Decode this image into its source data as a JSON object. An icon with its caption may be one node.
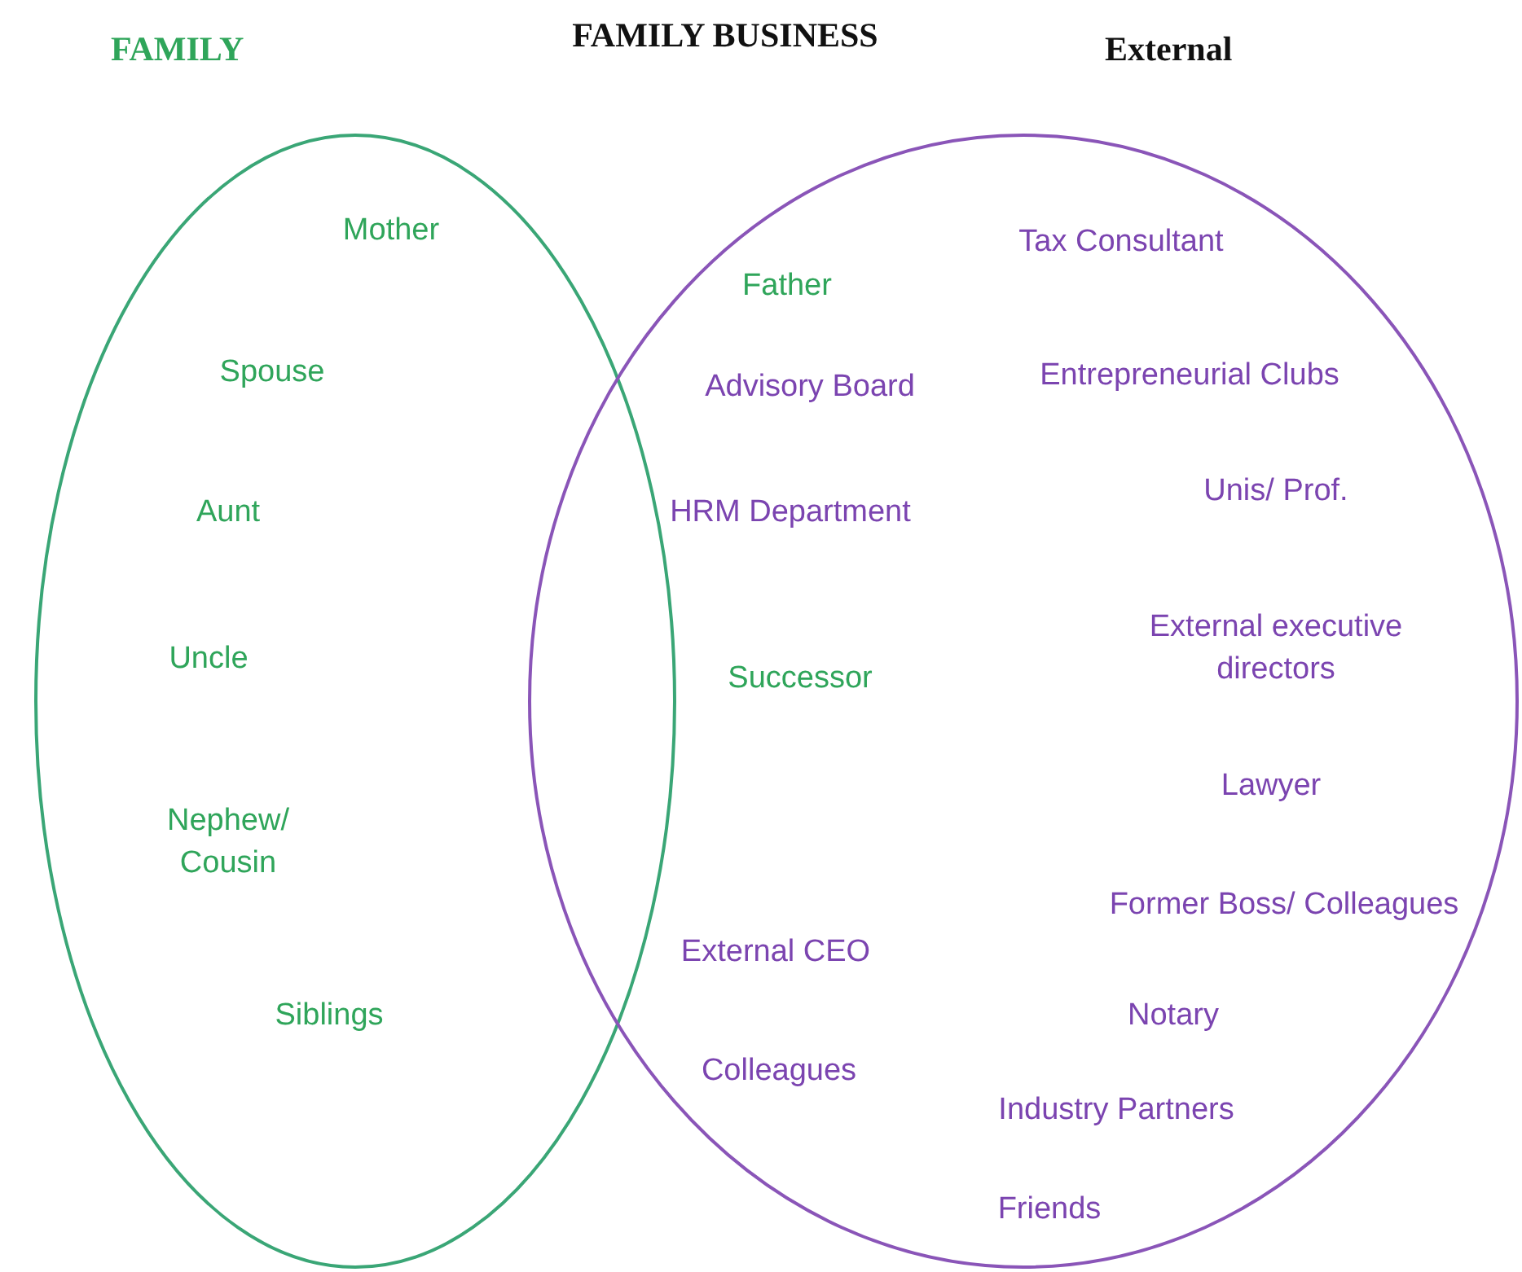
{
  "diagram": {
    "nodes": [
      {
        "text": [
          "FAMILY"
        ]
      },
      {
        "text": [
          "External"
        ]
      }
    ],
    "labels": [
      "FAMILY BUSINESS",
      "Mother",
      "Tax Consultant",
      "Father",
      "Spouse",
      "Advisory Board",
      "Entrepreneurial Clubs",
      "Unis/ Prof.",
      "Aunt",
      "HRM Department",
      "Uncle",
      "Successor",
      "External executive directors",
      "Lawyer",
      "Nephew/ Cousin",
      "Former Boss/ Colleagues",
      "External CEO",
      "Siblings",
      "Notary",
      "Colleagues",
      "Industry Partners",
      "Friends"
    ]
  }
}
